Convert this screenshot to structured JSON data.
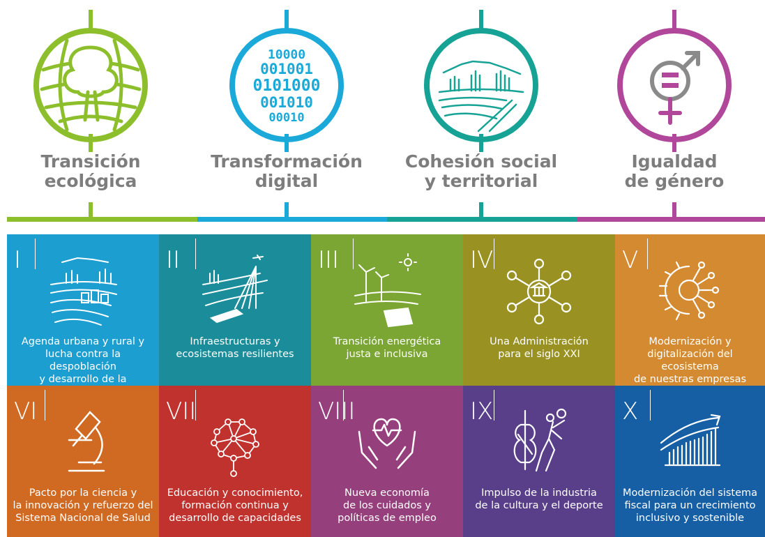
{
  "pillars": [
    {
      "title": "Transición\necológica",
      "color": "#8cbf2b",
      "icon": "tree-globe-icon"
    },
    {
      "title": "Transformación\ndigital",
      "color": "#1aa9d8",
      "icon": "binary-code-icon"
    },
    {
      "title": "Cohesión social\ny territorial",
      "color": "#16a396",
      "icon": "landscape-icon"
    },
    {
      "title": "Igualdad\nde género",
      "color": "#b0479a",
      "icon": "gender-equality-icon"
    }
  ],
  "levers": [
    {
      "num": "I",
      "label": "Agenda urbana y rural y\nlucha contra la despoblación\ny desarrollo de la agricultura",
      "color": "#1c9fd0",
      "icon": "rural-urban-landscape-icon"
    },
    {
      "num": "II",
      "label": "Infraestructuras y\necosistemas resilientes",
      "color": "#1b8d9a",
      "icon": "infrastructure-bridge-icon"
    },
    {
      "num": "III",
      "label": "Transición energética\njusta e inclusiva",
      "color": "#7ba634",
      "icon": "wind-solar-energy-icon"
    },
    {
      "num": "IV",
      "label": "Una Administración\npara el siglo XXI",
      "color": "#999223",
      "icon": "administration-network-icon"
    },
    {
      "num": "V",
      "label": "Modernización y\ndigitalización del ecosistema\nde nuestras empresas",
      "color": "#d48a31",
      "icon": "digital-gear-icon"
    },
    {
      "num": "VI",
      "label": "Pacto por la ciencia y\nla innovación y refuerzo del\nSistema Nacional de Salud",
      "color": "#d06a23",
      "icon": "microscope-icon"
    },
    {
      "num": "VII",
      "label": "Educación y conocimiento,\nformación continua y\ndesarrollo de capacidades",
      "color": "#c0322d",
      "icon": "brain-network-icon"
    },
    {
      "num": "VIII",
      "label": "Nueva economía\nde los cuidados y\npolíticas de empleo",
      "color": "#963f7d",
      "icon": "heart-hands-icon"
    },
    {
      "num": "IX",
      "label": "Impulso de la industria\nde la cultura y el deporte",
      "color": "#593f8a",
      "icon": "culture-sport-icon"
    },
    {
      "num": "X",
      "label": "Modernización del sistema\nfiscal para un crecimiento\ninclusivo y sostenible",
      "color": "#175fa4",
      "icon": "growth-chart-icon"
    }
  ]
}
